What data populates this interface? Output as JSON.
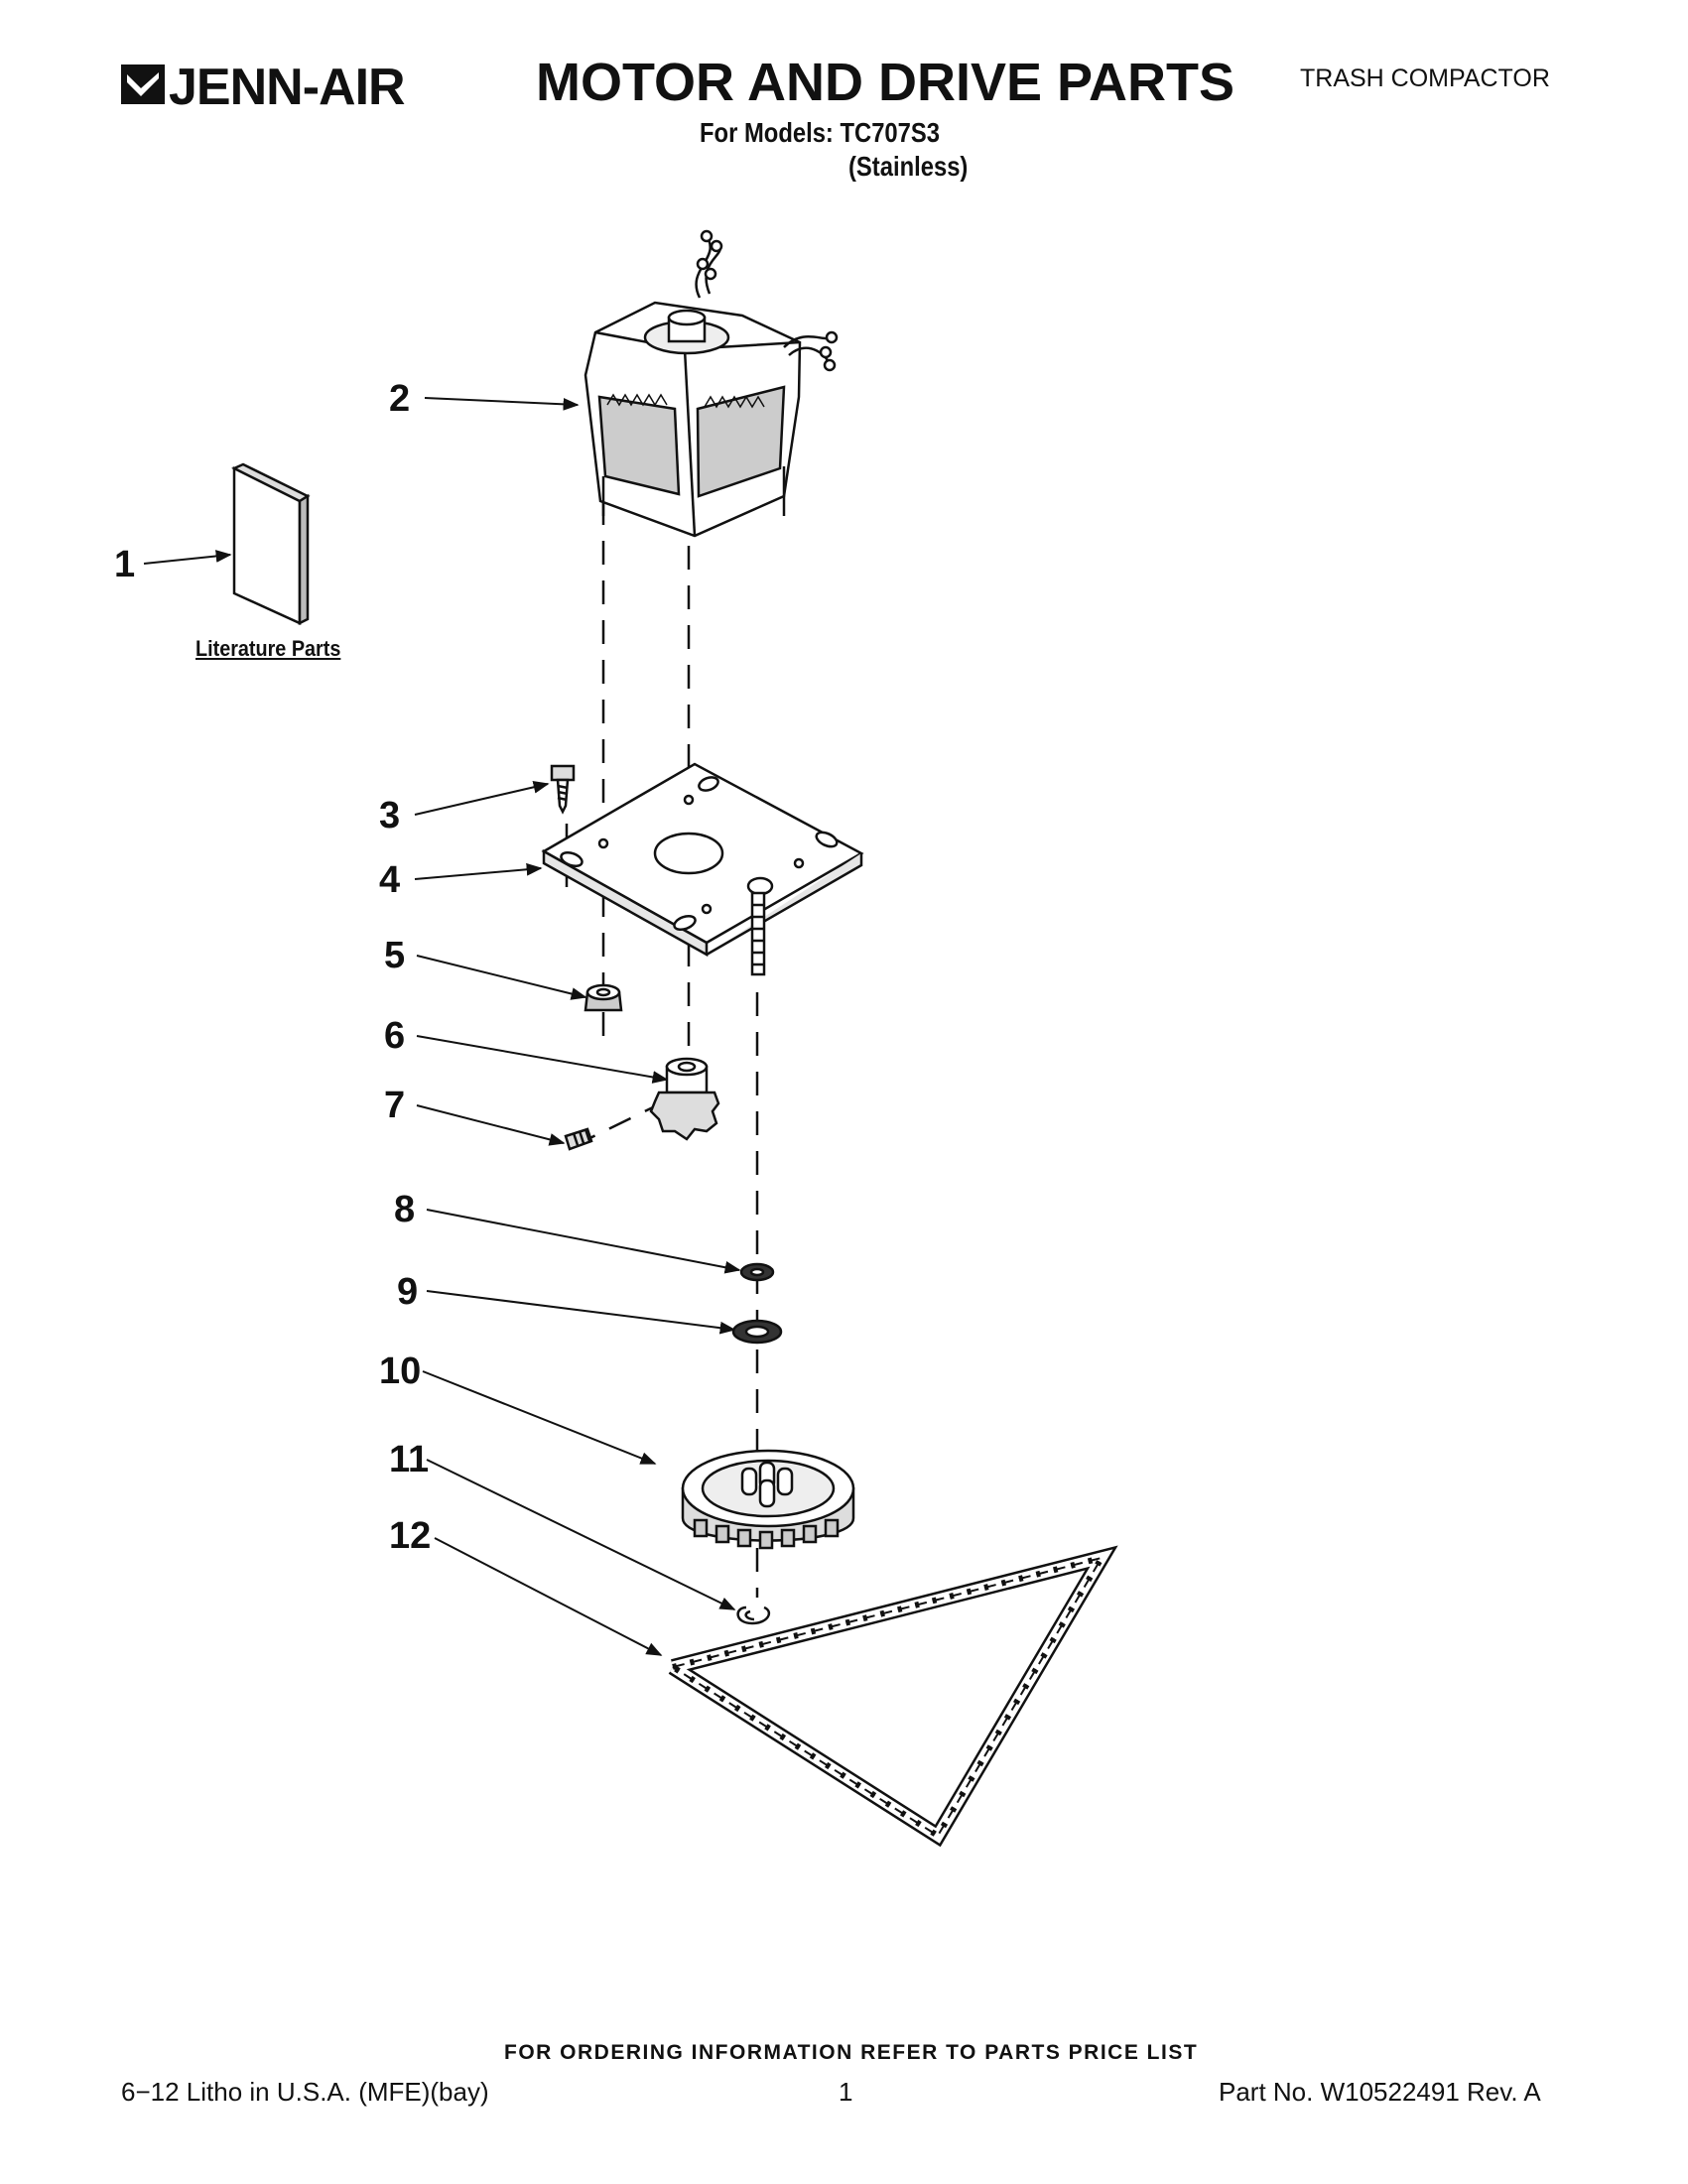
{
  "header": {
    "brand": "JENN-AIR",
    "title": "MOTOR AND DRIVE PARTS",
    "category": "TRASH COMPACTOR",
    "models": "For Models: TC707S3",
    "variant": "(Stainless)"
  },
  "diagram": {
    "literature_label": "Literature Parts",
    "callouts": [
      "1",
      "2",
      "3",
      "4",
      "5",
      "6",
      "7",
      "8",
      "9",
      "10",
      "11",
      "12"
    ]
  },
  "footer": {
    "order_note": "FOR ORDERING INFORMATION REFER TO PARTS PRICE LIST",
    "print_info": "6−12 Litho in U.S.A. (MFE)(bay)",
    "page": "1",
    "part_no": "Part No. W10522491 Rev. A"
  }
}
